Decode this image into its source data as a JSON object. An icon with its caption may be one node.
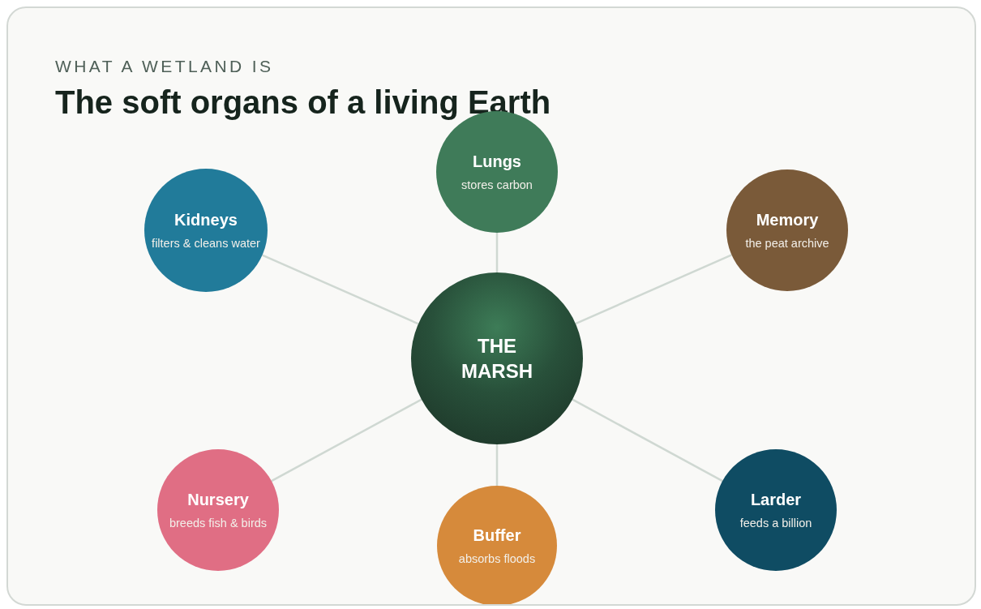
{
  "diagram": {
    "title": "The soft organs of a living Earth",
    "labels": [
      "WHAT A WETLAND IS"
    ],
    "nodes": [
      {
        "text": [
          "Lungs",
          "stores carbon"
        ]
      },
      {
        "text": [
          "Kidneys",
          "filters & cleans water"
        ]
      },
      {
        "text": [
          "Memory",
          "the peat archive"
        ]
      },
      {
        "text": [
          "THE MARSH"
        ]
      },
      {
        "text": [
          "Nursery",
          "breeds fish & birds"
        ]
      },
      {
        "text": [
          "Buffer",
          "absorbs floods"
        ]
      },
      {
        "text": [
          "Larder",
          "feeds a billion"
        ]
      }
    ],
    "edges": [
      {
        "from": 3,
        "to": 0,
        "arrow": "none"
      },
      {
        "from": 3,
        "to": 1,
        "arrow": "none"
      },
      {
        "from": 3,
        "to": 2,
        "arrow": "none"
      },
      {
        "from": 3,
        "to": 4,
        "arrow": "none"
      },
      {
        "from": 3,
        "to": 5,
        "arrow": "none"
      },
      {
        "from": 3,
        "to": 6,
        "arrow": "none"
      }
    ]
  }
}
